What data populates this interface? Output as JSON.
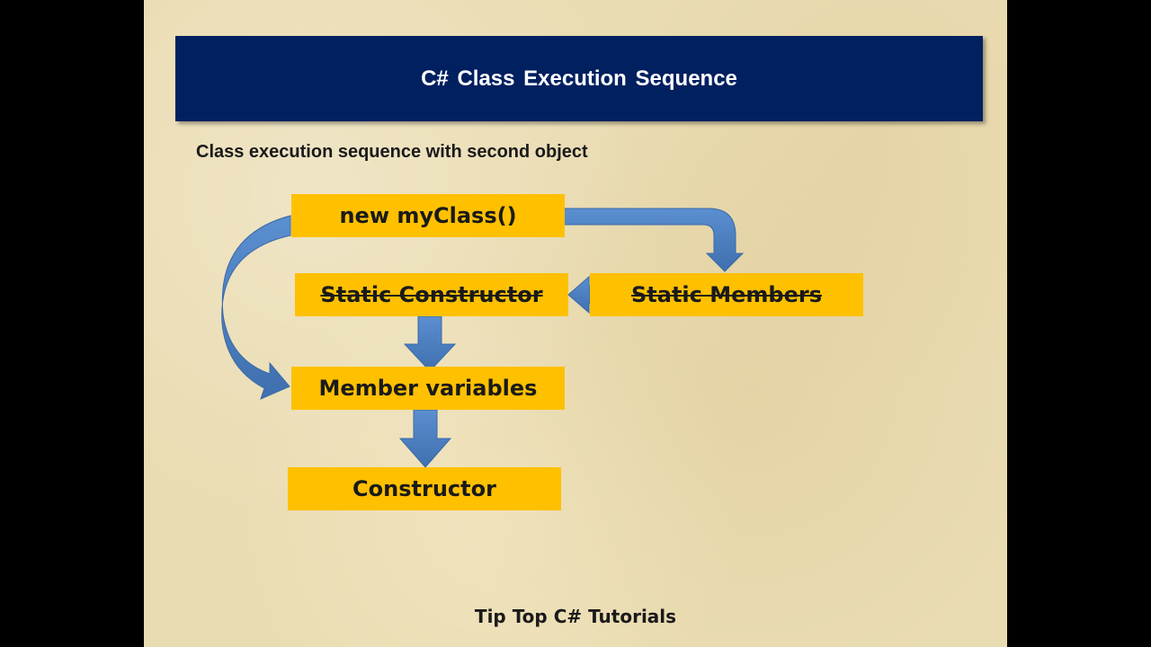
{
  "slide": {
    "title": "C# Class Execution Sequence",
    "subtitle": "Class execution sequence with second object",
    "footer": "Tip Top C# Tutorials"
  },
  "diagram": {
    "nodes": {
      "new_myclass": "new myClass()",
      "static_constructor": "Static Constructor",
      "static_members": "Static Members",
      "member_variables": "Member variables",
      "constructor": "Constructor"
    },
    "struck_through": [
      "Static Constructor",
      "Static Members"
    ]
  },
  "colors": {
    "title_bar": "#002060",
    "node_fill": "#ffc000",
    "arrow_fill": "#4f81bd",
    "background": "#eadcb2"
  }
}
